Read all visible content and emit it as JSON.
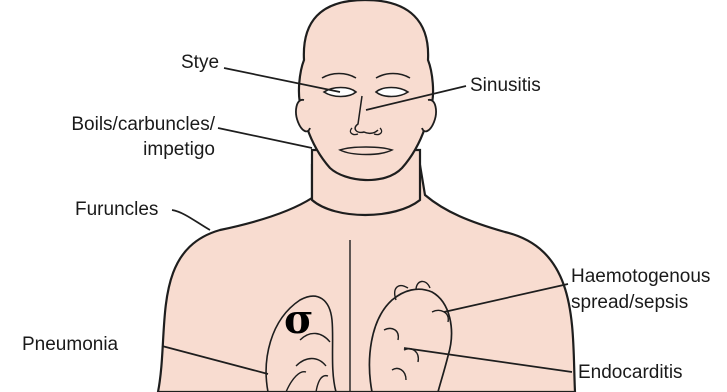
{
  "colors": {
    "skin": "#f8dcd0",
    "outline": "#1e1e1e",
    "leader": "#1e1e1e"
  },
  "labels": {
    "stye": "Stye",
    "sinusitis": "Sinusitis",
    "boils_line1": "Boils/carbuncles/",
    "boils_line2": "impetigo",
    "furuncles": "Furuncles",
    "haemo_line1": "Haemotogenous",
    "haemo_line2": "spread/sepsis",
    "pneumonia": "Pneumonia",
    "endocarditis": "Endocarditis"
  },
  "symbol": "σ"
}
